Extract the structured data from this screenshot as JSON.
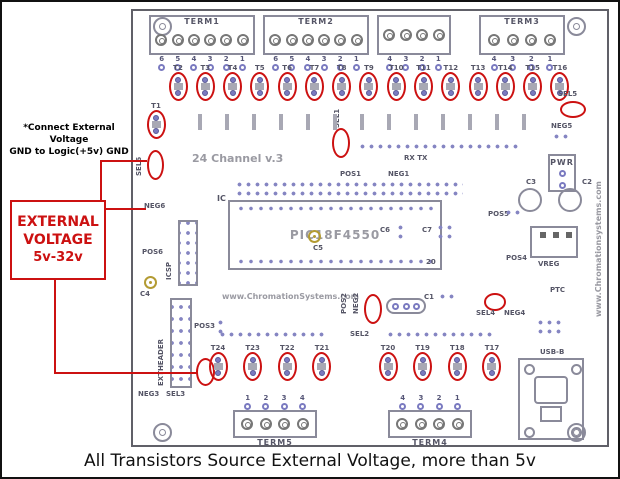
{
  "colors": {
    "annotation_red": "#cc1111",
    "silkscreen_gray": "#8a8a9a",
    "pad_purple": "#7a7ac0"
  },
  "caption": "All Transistors Source External Voltage, more than 5v",
  "annotations": {
    "gnd_note": {
      "line1": "*Connect External Voltage",
      "line2": "GND to Logic(+5v) GND"
    },
    "voltage_box": {
      "line1": "EXTERNAL",
      "line2": "VOLTAGE",
      "line3": "5v-32v"
    }
  },
  "board": {
    "title": "24 Channel v.3",
    "mcu": "PIC18F4550",
    "website_center": "www.ChromationSystems.com",
    "website_edge": "www.Chromationsystems.com"
  },
  "refs": {
    "ic": "IC",
    "pin20": "20",
    "icsp": "ICSP",
    "extheader": "EXTHEADER",
    "sel1": "SEL1",
    "sel2": "SEL2",
    "sel3": "SEL3",
    "sel4": "SEL4",
    "sel5": "SEL5",
    "sel6": "SEL6",
    "pos1": "POS1",
    "pos2": "POS2",
    "pos3": "POS3",
    "pos4": "POS4",
    "pos5": "POS5",
    "pos6": "POS6",
    "neg1": "NEG1",
    "neg2": "NEG2",
    "neg3": "NEG3",
    "neg4": "NEG4",
    "neg5": "NEG5",
    "neg6": "NEG6",
    "c1": "C1",
    "c2": "C2",
    "c3": "C3",
    "c4": "C4",
    "c5": "C5",
    "c6": "C6",
    "c7": "C7",
    "pwr": "PWR",
    "vreg": "VREG",
    "ptc": "PTC",
    "rxtx": "RX TX",
    "usb": "USB-B"
  },
  "terminals": {
    "term1": {
      "name": "TERM1",
      "pins": [
        "6",
        "5",
        "4",
        "3",
        "2",
        "1"
      ]
    },
    "term2": {
      "name": "TERM2",
      "pins": [
        "6",
        "5",
        "4",
        "3",
        "2",
        "1"
      ]
    },
    "mid": {
      "name": "",
      "pins": [
        "4",
        "3",
        "2",
        "1"
      ]
    },
    "term3": {
      "name": "TERM3",
      "pins": [
        "4",
        "3",
        "2",
        "1"
      ]
    },
    "term5": {
      "name": "TERM5",
      "pins": [
        "1",
        "2",
        "3",
        "4"
      ]
    },
    "term4": {
      "name": "TERM4",
      "pins": [
        "4",
        "3",
        "2",
        "1"
      ]
    }
  },
  "transistors": {
    "t1": {
      "label": "T1",
      "circled": true
    },
    "top": [
      {
        "label": "T2",
        "circled": true
      },
      {
        "label": "T3",
        "circled": true
      },
      {
        "label": "T4",
        "circled": true
      },
      {
        "label": "T5",
        "circled": true
      },
      {
        "label": "T6",
        "circled": true
      },
      {
        "label": "T7",
        "circled": true
      },
      {
        "label": "T8",
        "circled": true
      },
      {
        "label": "T9",
        "circled": true
      },
      {
        "label": "T10",
        "circled": true
      },
      {
        "label": "T11",
        "circled": true
      },
      {
        "label": "T12",
        "circled": true
      },
      {
        "label": "T13",
        "circled": true
      },
      {
        "label": "T14",
        "circled": true
      },
      {
        "label": "T15",
        "circled": true
      },
      {
        "label": "T16",
        "circled": true
      }
    ],
    "bottom_left": [
      {
        "label": "T24",
        "circled": true
      },
      {
        "label": "T23",
        "circled": true
      },
      {
        "label": "T22",
        "circled": true
      },
      {
        "label": "T21",
        "circled": true
      }
    ],
    "bottom_right": [
      {
        "label": "T20",
        "circled": true
      },
      {
        "label": "T19",
        "circled": true
      },
      {
        "label": "T18",
        "circled": true
      },
      {
        "label": "T17",
        "circled": true
      }
    ]
  }
}
